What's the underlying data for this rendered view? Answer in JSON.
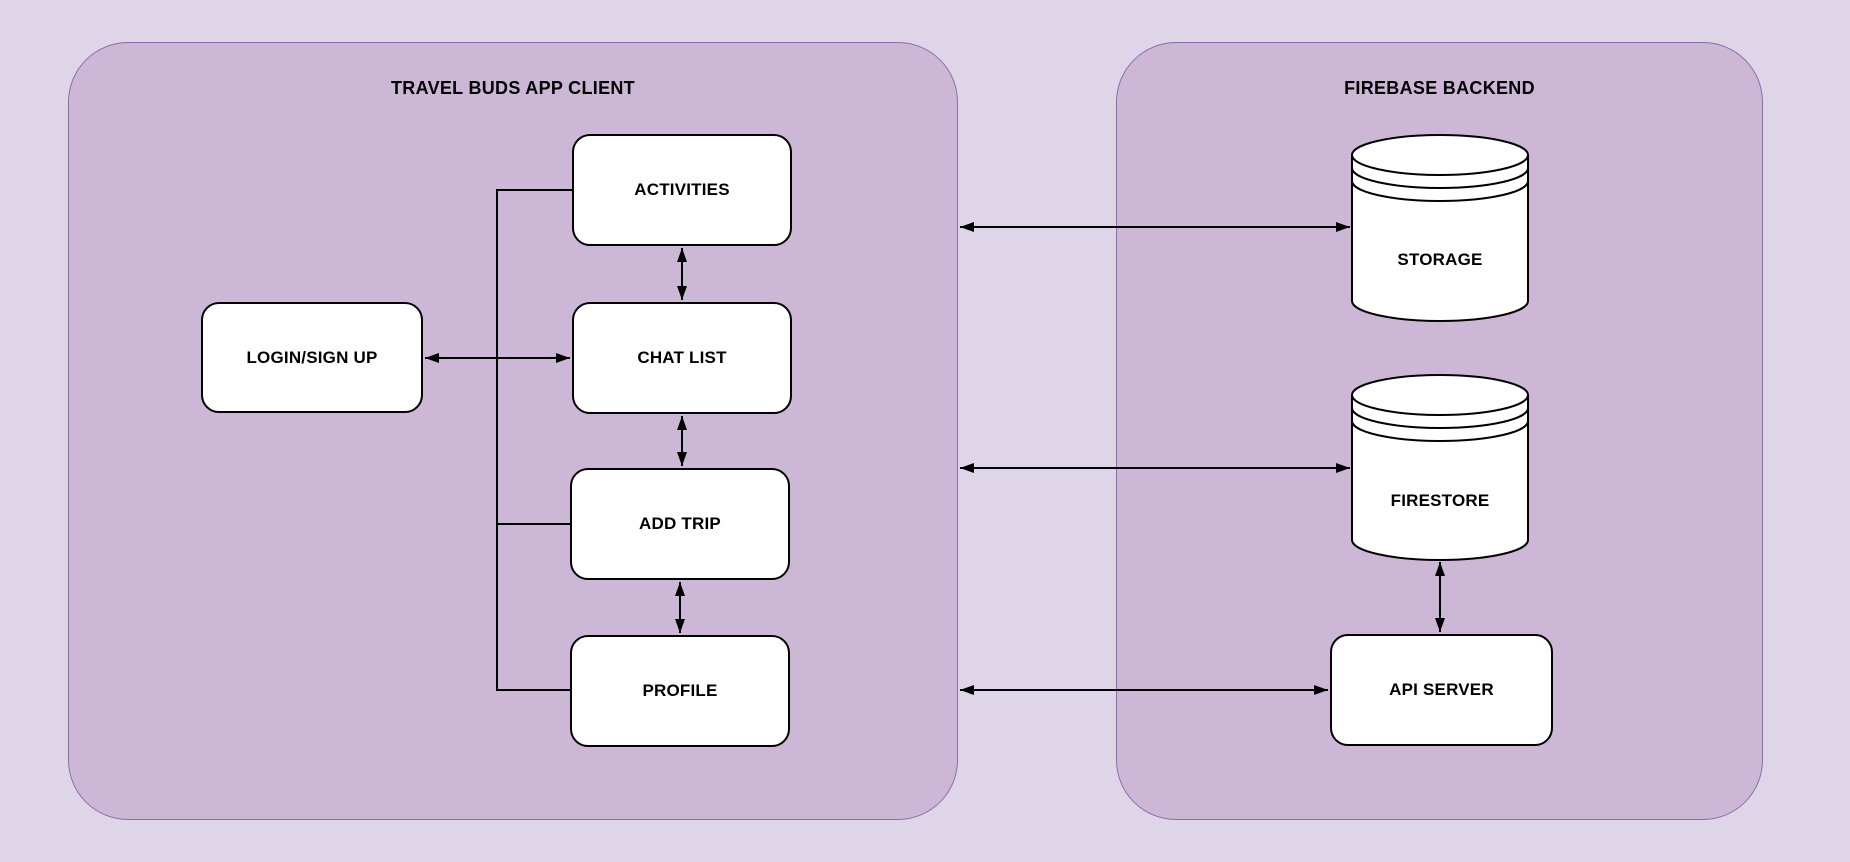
{
  "diagram": {
    "client": {
      "title": "TRAVEL BUDS APP CLIENT",
      "nodes": [
        {
          "id": "activities",
          "label": "ACTIVITIES",
          "shape": "rounded-box"
        },
        {
          "id": "chat-list",
          "label": "CHAT LIST",
          "shape": "rounded-box"
        },
        {
          "id": "add-trip",
          "label": "ADD TRIP",
          "shape": "rounded-box"
        },
        {
          "id": "profile",
          "label": "PROFILE",
          "shape": "rounded-box"
        },
        {
          "id": "login-signup",
          "label": "LOGIN/SIGN UP",
          "shape": "rounded-box"
        }
      ]
    },
    "backend": {
      "title": "FIREBASE BACKEND",
      "nodes": [
        {
          "id": "storage",
          "label": "STORAGE",
          "shape": "cylinder"
        },
        {
          "id": "firestore",
          "label": "FIRESTORE",
          "shape": "cylinder"
        },
        {
          "id": "api-server",
          "label": "API SERVER",
          "shape": "rounded-box"
        }
      ]
    },
    "connections": [
      {
        "from": "LOGIN/SIGN UP",
        "to": "CHAT LIST",
        "type": "bidirectional-arrow"
      },
      {
        "from": "ACTIVITIES",
        "to": "CHAT LIST",
        "type": "bidirectional-arrow"
      },
      {
        "from": "CHAT LIST",
        "to": "ADD TRIP",
        "type": "bidirectional-arrow"
      },
      {
        "from": "ADD TRIP",
        "to": "PROFILE",
        "type": "bidirectional-arrow"
      },
      {
        "from": "ACTIVITIES",
        "to": "ADD TRIP",
        "type": "plain-elbow-line"
      },
      {
        "from": "ACTIVITIES",
        "to": "PROFILE",
        "type": "plain-elbow-line"
      },
      {
        "from": "TRAVEL BUDS APP CLIENT",
        "to": "STORAGE",
        "type": "bidirectional-arrow"
      },
      {
        "from": "TRAVEL BUDS APP CLIENT",
        "to": "FIRESTORE",
        "type": "bidirectional-arrow"
      },
      {
        "from": "TRAVEL BUDS APP CLIENT",
        "to": "API SERVER",
        "type": "bidirectional-arrow"
      },
      {
        "from": "FIRESTORE",
        "to": "API SERVER",
        "type": "bidirectional-arrow"
      }
    ],
    "colors": {
      "page_background": "#ded6e8",
      "container_fill": "#ccb8d6",
      "container_border": "#8e6ca8",
      "node_fill": "#ffffff",
      "node_border": "#000000",
      "connector": "#000000",
      "text": "#000000"
    }
  }
}
